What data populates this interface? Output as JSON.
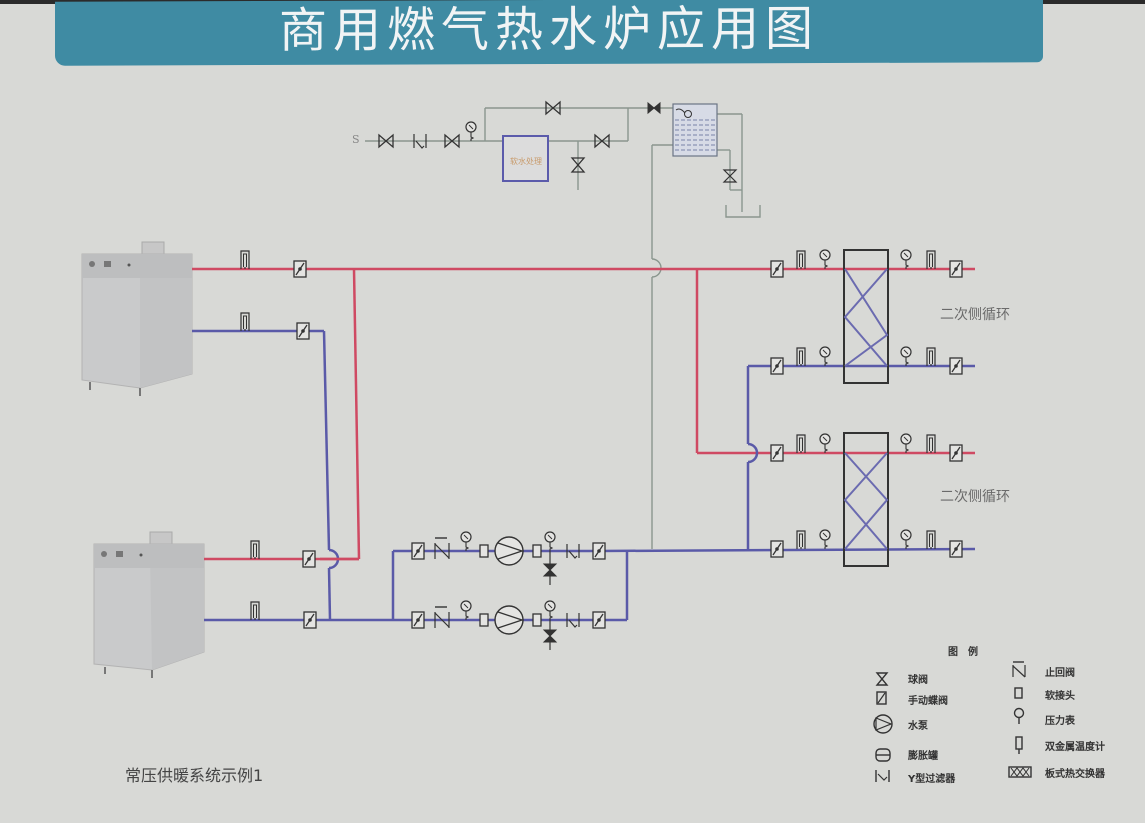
{
  "banner": {
    "title": "商用燃气热水炉应用图",
    "color": "#3f8ba3"
  },
  "colors": {
    "supply_pipe": "#cf4a63",
    "return_pipe": "#5a5aa8",
    "makeup_pipe": "#8a968e",
    "symbol": "#333333",
    "background": "#d8d9d6"
  },
  "water_supply": {
    "source_label": "S",
    "softener_label": "软水处理"
  },
  "secondary_loops": [
    {
      "label": "二次侧循环"
    },
    {
      "label": "二次侧循环"
    }
  ],
  "caption": "常压供暖系统示例1",
  "legend": {
    "title": "图例",
    "items": [
      {
        "icon": "ball-valve-icon",
        "label": "球阀"
      },
      {
        "icon": "butterfly-valve-icon",
        "label": "手动蝶阀"
      },
      {
        "icon": "pump-icon",
        "label": "水泵"
      },
      {
        "icon": "expansion-tank-icon",
        "label": "膨胀罐"
      },
      {
        "icon": "y-strainer-icon",
        "label": "Y型过滤器"
      },
      {
        "icon": "check-valve-icon",
        "label": "止回阀"
      },
      {
        "icon": "flexible-joint-icon",
        "label": "软接头"
      },
      {
        "icon": "pressure-gauge-icon",
        "label": "压力表"
      },
      {
        "icon": "bimetal-thermometer-icon",
        "label": "双金属温度计"
      },
      {
        "icon": "plate-heat-exchanger-icon",
        "label": "板式热交换器"
      }
    ]
  }
}
